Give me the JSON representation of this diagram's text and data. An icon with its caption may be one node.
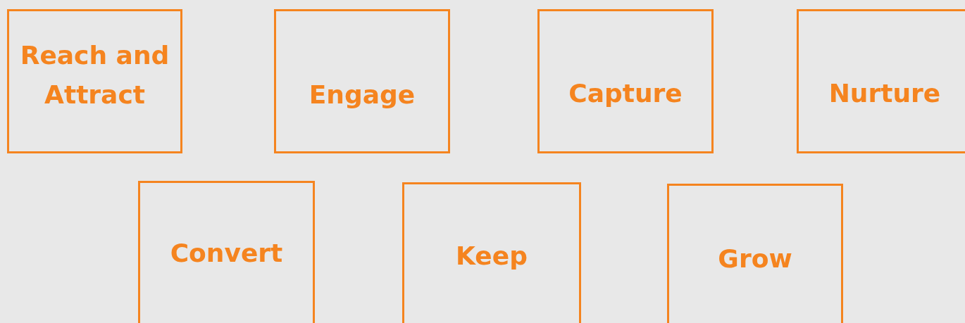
{
  "diagram": {
    "nodes": [
      {
        "text": [
          "Reach and Attract"
        ]
      },
      {
        "text": [
          "Engage"
        ]
      },
      {
        "text": [
          "Capture"
        ]
      },
      {
        "text": [
          "Nurture"
        ]
      },
      {
        "text": [
          "Convert"
        ]
      },
      {
        "text": [
          "Keep"
        ]
      },
      {
        "text": [
          "Grow"
        ]
      }
    ]
  }
}
